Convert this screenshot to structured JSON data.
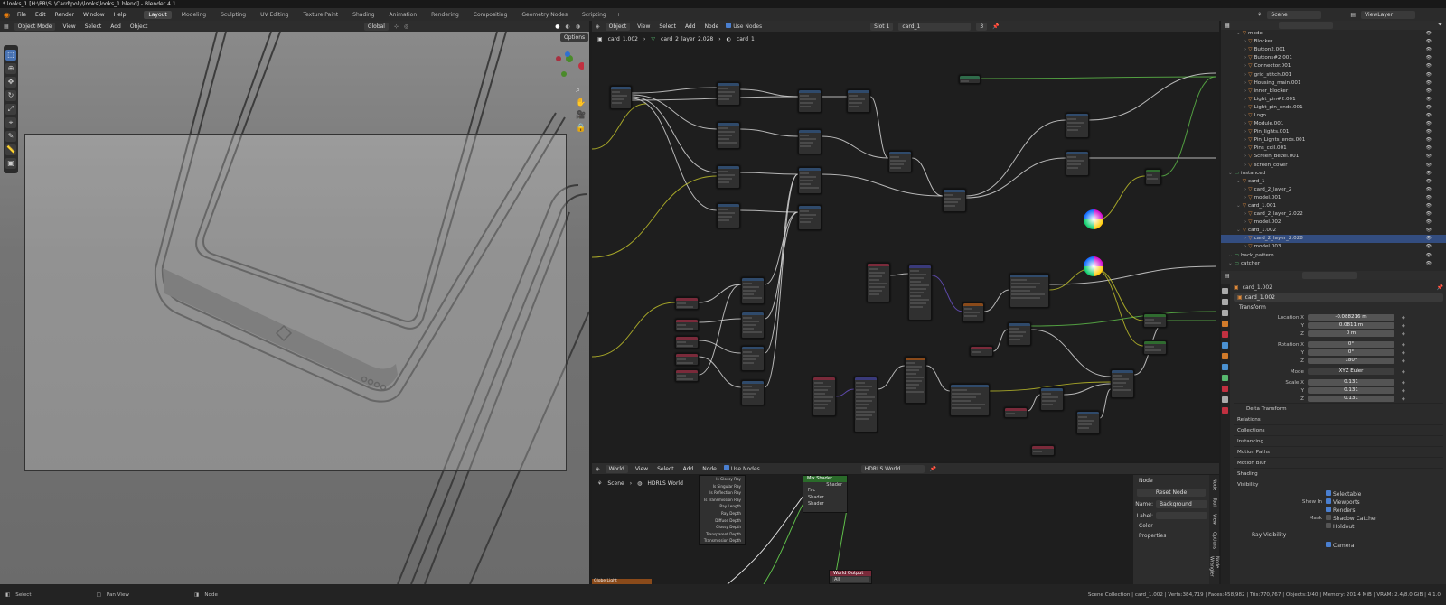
{
  "title": "* looks_1 [H:\\PR\\SL\\Card\\poly\\looks\\looks_1.blend] - Blender 4.1",
  "menu": [
    "File",
    "Edit",
    "Render",
    "Window",
    "Help"
  ],
  "workspaces": [
    "Layout",
    "Modeling",
    "Sculpting",
    "UV Editing",
    "Texture Paint",
    "Shading",
    "Animation",
    "Rendering",
    "Compositing",
    "Geometry Nodes",
    "Scripting"
  ],
  "viewport": {
    "mode": "Object Mode",
    "menus": [
      "View",
      "Select",
      "Add",
      "Object"
    ],
    "orientation": "Global",
    "options": "Options"
  },
  "node_editor": {
    "type": "Object",
    "menus": [
      "View",
      "Select",
      "Add",
      "Node"
    ],
    "use_nodes": "Use Nodes",
    "slot": "Slot 1",
    "material": "card_1",
    "users": "3",
    "breadcrumb": [
      "card_1.002",
      "card_2_layer_2.028",
      "card_1"
    ]
  },
  "world_editor": {
    "type": "World",
    "menus": [
      "View",
      "Select",
      "Add",
      "Node"
    ],
    "use_nodes": "Use Nodes",
    "world": "HDRLS World",
    "breadcrumb": [
      "Scene",
      "HDRLS World"
    ],
    "outputs": [
      "Is Glossy Ray",
      "Is Singular Ray",
      "Is Reflection Ray",
      "Is Transmission Ray",
      "Ray Length",
      "Ray Depth",
      "Diffuse Depth",
      "Glossy Depth",
      "Transparent Depth",
      "Transmission Depth"
    ],
    "mix_shader": {
      "title": "Mix Shader",
      "out": "Shader",
      "inputs": [
        "Fac",
        "Shader",
        "Shader"
      ]
    },
    "world_output": {
      "title": "World Output",
      "target": "All"
    },
    "globe_node": "Globe Light"
  },
  "npanel": {
    "section": "Node",
    "reset": "Reset Node",
    "name_label": "Name:",
    "name": "Background",
    "label_label": "Label:",
    "color": "Color",
    "properties": "Properties",
    "tabs": [
      "Node",
      "Tool",
      "View",
      "Options",
      "Node Wrangler"
    ]
  },
  "outliner": {
    "scene": "Scene",
    "view_layer": "ViewLayer",
    "items": [
      {
        "name": "model",
        "depth": 1
      },
      {
        "name": "Blocker",
        "depth": 2
      },
      {
        "name": "Button2.001",
        "depth": 2
      },
      {
        "name": "Buttons#2.001",
        "depth": 2
      },
      {
        "name": "Connector.001",
        "depth": 2
      },
      {
        "name": "grid_stitch.001",
        "depth": 2
      },
      {
        "name": "Housing_main.001",
        "depth": 2
      },
      {
        "name": "inner_blocker",
        "depth": 2
      },
      {
        "name": "Light_pin#2.001",
        "depth": 2
      },
      {
        "name": "Light_pin_ends.001",
        "depth": 2
      },
      {
        "name": "Logo",
        "depth": 2
      },
      {
        "name": "Module.001",
        "depth": 2
      },
      {
        "name": "Pin_lights.001",
        "depth": 2
      },
      {
        "name": "Pin_Lights_ends.001",
        "depth": 2
      },
      {
        "name": "Pins_coil.001",
        "depth": 2
      },
      {
        "name": "Screen_Bezel.001",
        "depth": 2
      },
      {
        "name": "screen_cover",
        "depth": 2
      },
      {
        "name": "instanced",
        "depth": 0
      },
      {
        "name": "card_1",
        "depth": 1
      },
      {
        "name": "card_2_layer_2",
        "depth": 2
      },
      {
        "name": "model.001",
        "depth": 2
      },
      {
        "name": "card_1.001",
        "depth": 1
      },
      {
        "name": "card_2_layer_2.022",
        "depth": 2
      },
      {
        "name": "model.002",
        "depth": 2
      },
      {
        "name": "card_1.002",
        "depth": 1
      },
      {
        "name": "card_2_layer_2.028",
        "depth": 2,
        "selected": true
      },
      {
        "name": "model.003",
        "depth": 2
      },
      {
        "name": "back_pattern",
        "depth": 0
      },
      {
        "name": "catcher",
        "depth": 0
      }
    ]
  },
  "properties": {
    "object": "card_1.002",
    "object_field": "card_1.002",
    "transform": "Transform",
    "rows": [
      [
        "Location X",
        "-0.088216 m"
      ],
      [
        "Y",
        "0.0811 m"
      ],
      [
        "Z",
        "0 m"
      ],
      [
        "Rotation X",
        "0°"
      ],
      [
        "Y",
        "0°"
      ],
      [
        "Z",
        "180°"
      ],
      [
        "Mode",
        "XYZ Euler"
      ],
      [
        "Scale X",
        "0.131"
      ],
      [
        "Y",
        "0.131"
      ],
      [
        "Z",
        "0.131"
      ]
    ],
    "panels": [
      "Delta Transform",
      "Relations",
      "Collections",
      "Instancing",
      "Motion Paths",
      "Motion Blur",
      "Shading",
      "Visibility"
    ],
    "visibility": {
      "selectable": "Selectable",
      "show_in": "Show In",
      "viewports": "Viewports",
      "renders": "Renders",
      "mask": "Mask",
      "shadow_catcher": "Shadow Catcher",
      "holdout": "Holdout",
      "ray_visibility": "Ray Visibility",
      "camera": "Camera"
    }
  },
  "status": {
    "select": "Select",
    "pan": "Pan View",
    "node": "Node",
    "info": "Scene Collection | card_1.002 | Verts:384,719 | Faces:458,982 | Tris:770,767 | Objects:1/40 | Memory: 201.4 MiB | VRAM: 2.4/8.0 GiB | 4.1.0"
  },
  "colors": {
    "accent": "#4772b3",
    "selected_row": "#334d80",
    "yellow_link": "#c7c72a",
    "green_link": "#5fbf4a",
    "purple_link": "#6b53c9"
  }
}
